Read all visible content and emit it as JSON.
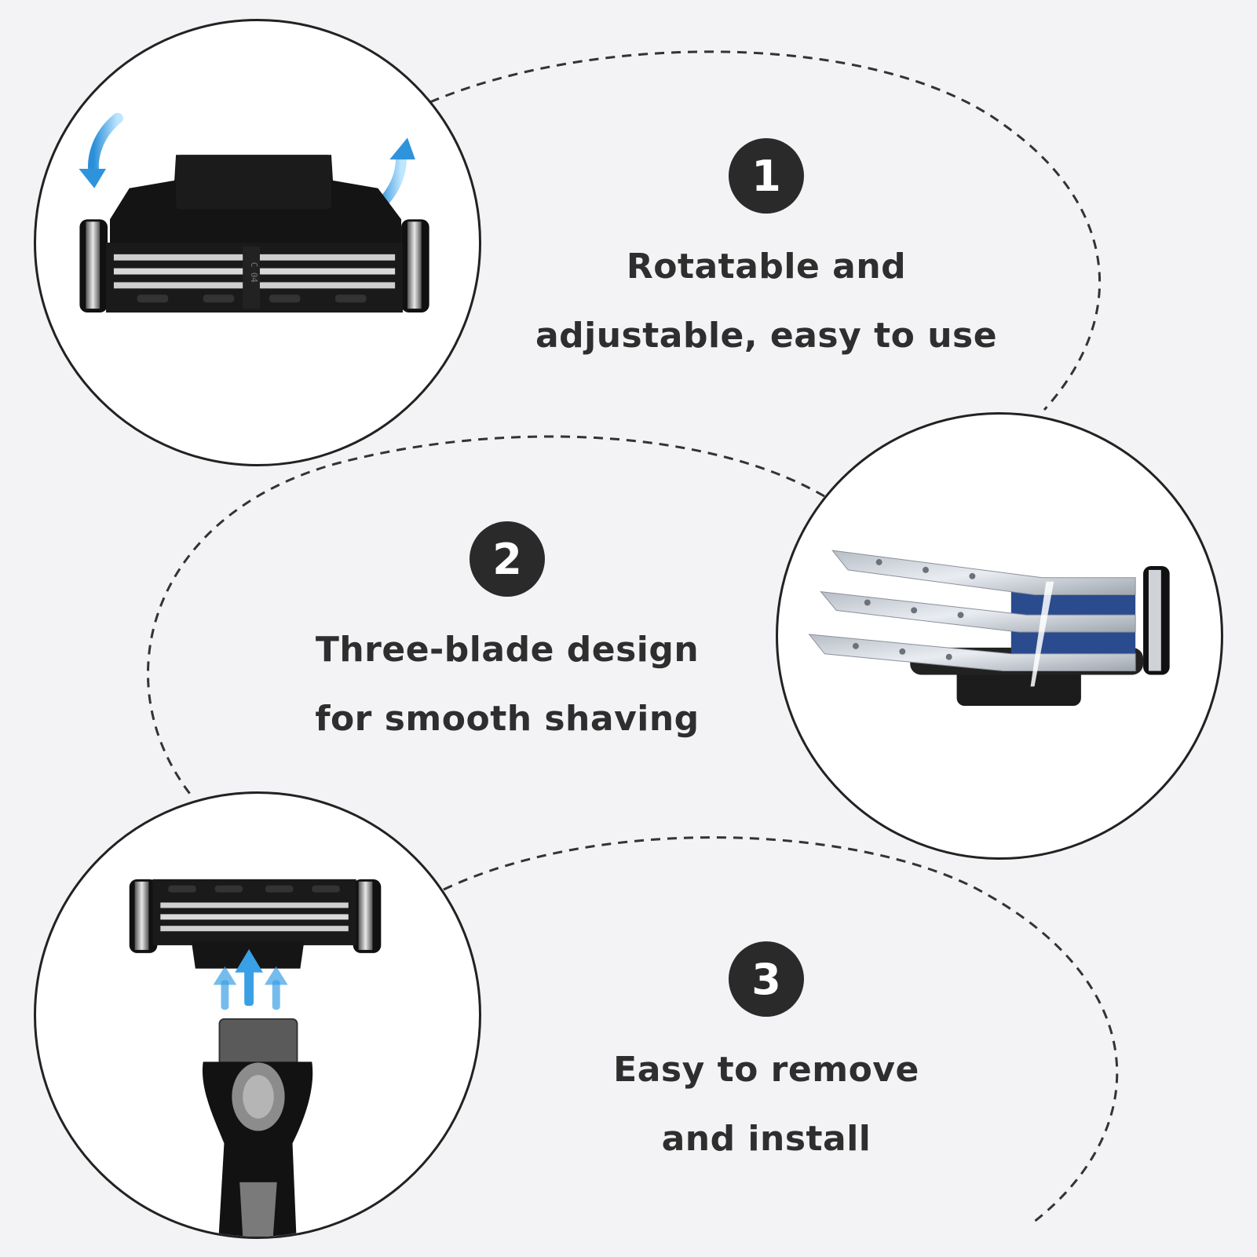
{
  "features": [
    {
      "number": "1",
      "line1": "Rotatable and",
      "line2": "adjustable, easy to use",
      "image": "razor-cartridge-pivot-arrows"
    },
    {
      "number": "2",
      "line1": "Three-blade design",
      "line2": "for smooth shaving",
      "image": "three-blades-exploded-view"
    },
    {
      "number": "3",
      "line1": "Easy to remove",
      "line2": "and install",
      "image": "cartridge-attaching-to-handle"
    }
  ],
  "cartridge_marking": "C 04",
  "colors": {
    "background": "#f3f3f5",
    "badge": "#2a2a2a",
    "text": "#2e2e2e",
    "accent_arrow": "#5bb6f0",
    "outline": "#222222"
  }
}
